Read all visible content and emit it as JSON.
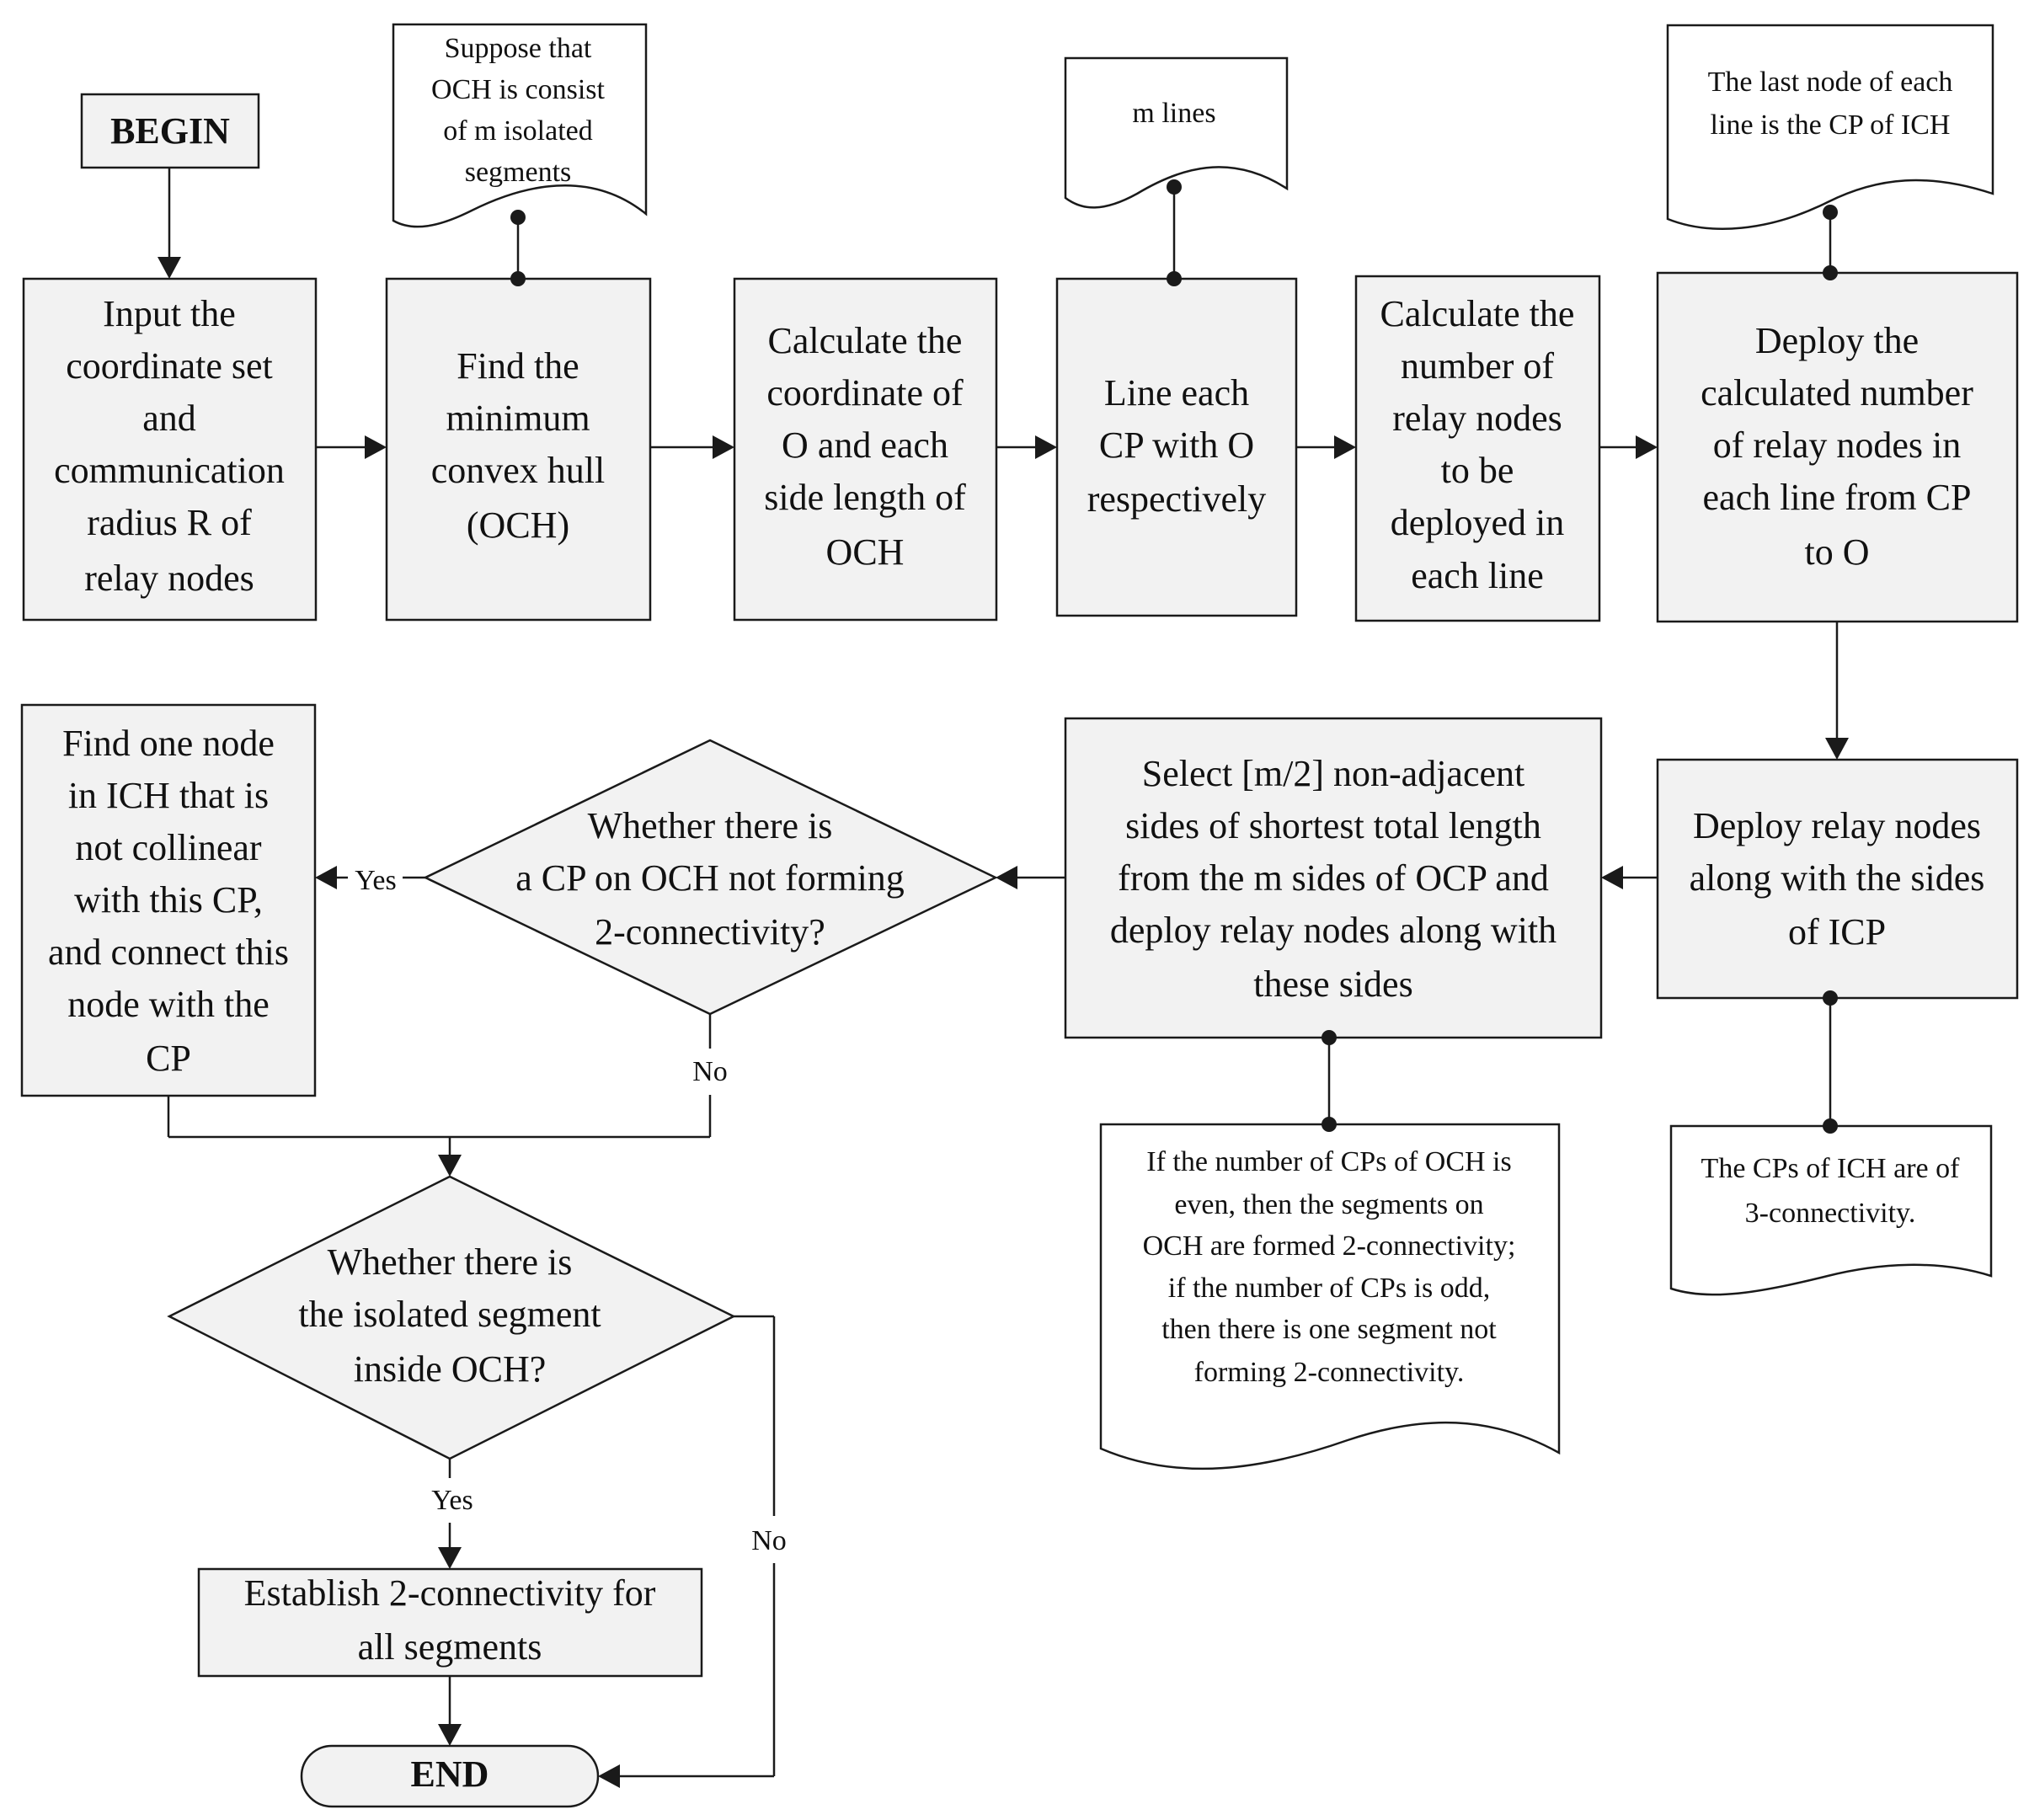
{
  "begin": "BEGIN",
  "end": "END",
  "steps": {
    "input": [
      "Input the",
      "coordinate set",
      "and",
      "communication",
      "radius R of",
      "relay nodes"
    ],
    "find_och": [
      "Find the",
      "minimum",
      "convex hull",
      "(OCH)"
    ],
    "calc_coord": [
      "Calculate the",
      "coordinate of",
      "O and  each",
      "side length of",
      "OCH"
    ],
    "line_cp": [
      "Line each",
      "CP with O",
      "respectively"
    ],
    "calc_number": [
      "Calculate the",
      "number of",
      "relay  nodes",
      "to be",
      "deployed in",
      "each line"
    ],
    "deploy_lines": [
      "Deploy the",
      "calculated number",
      "of relay nodes in",
      "each line from CP",
      "to  O"
    ],
    "deploy_icp": [
      "Deploy  relay nodes",
      "along with the sides",
      "of ICP"
    ],
    "select_sides": [
      "Select [m/2] non-adjacent",
      "sides of shortest total length",
      "from the m sides of OCP and",
      "deploy relay nodes along with",
      "these sides"
    ],
    "find_node": [
      "Find one node",
      "in ICH that is",
      "not collinear",
      "with this CP,",
      "and connect this",
      "node with the",
      "CP"
    ],
    "establish": [
      "Establish 2-connectivity for",
      "all segments"
    ]
  },
  "decisions": {
    "cp_question": [
      "Whether there is",
      "a CP on OCH not forming",
      "2-connectivity?"
    ],
    "segment_question": [
      "Whether there is",
      "the isolated segment",
      "inside OCH?"
    ]
  },
  "notes": {
    "segments": [
      "Suppose that",
      "OCH is consist",
      "of m isolated",
      "segments"
    ],
    "m_lines": [
      "m  lines"
    ],
    "last_node": [
      "The last node of each",
      "line is the CP of ICH"
    ],
    "even_odd": [
      "If the number of CPs of OCH is",
      "even, then the segments on",
      "OCH are formed 2-connectivity;",
      "if the number of CPs is odd,",
      "then there is one segment not",
      "forming 2-connectivity."
    ],
    "ich_cps": [
      "The CPs of ICH are of",
      "3-connectivity."
    ]
  },
  "labels": {
    "yes_cp": "Yes",
    "no_cp": "No",
    "yes_segment": "Yes",
    "no_segment": "No"
  },
  "colors": {
    "box_fill": "#f2f2f2",
    "stroke": "#1a1a1a"
  }
}
